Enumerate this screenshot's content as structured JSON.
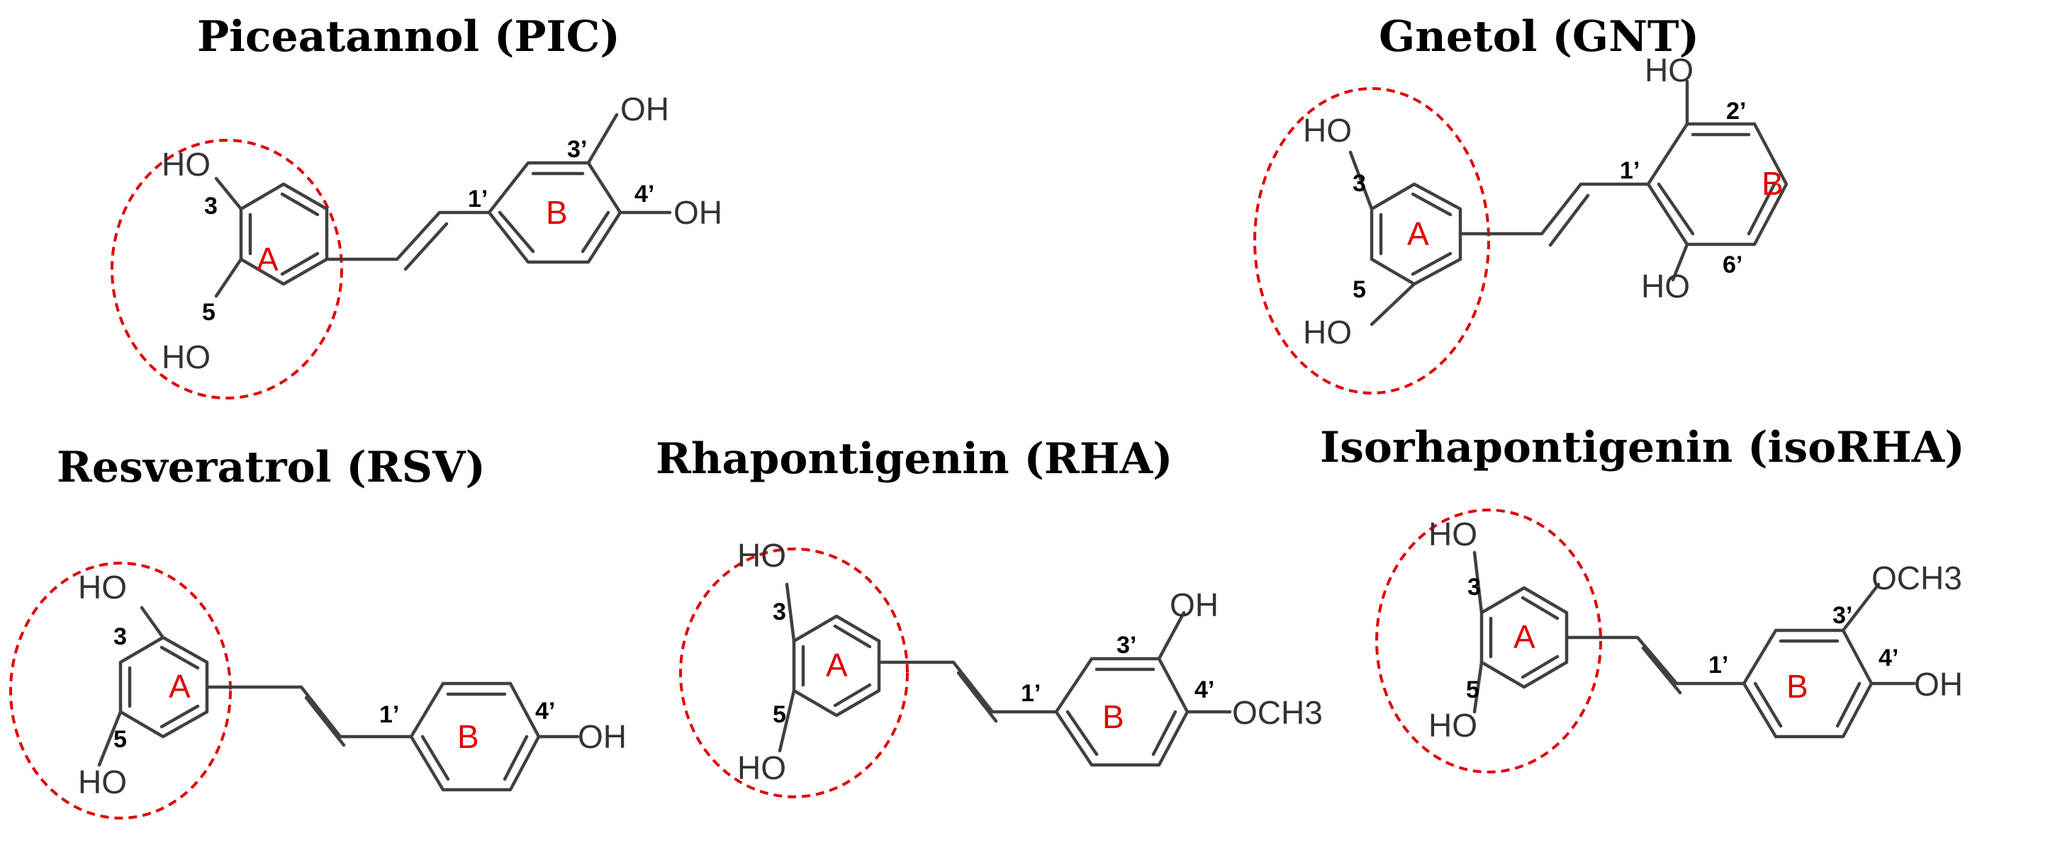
{
  "molecules": {
    "pic": {
      "title": "Piceatannol (PIC)",
      "ring_a": "A",
      "ring_b": "B",
      "groups": {
        "a3": "HO",
        "a5": "HO",
        "b3": "OH",
        "b4": "OH"
      },
      "positions": {
        "p3": "3",
        "p5": "5",
        "p1p": "1’",
        "p3p": "3’",
        "p4p": "4’"
      }
    },
    "gnt": {
      "title": "Gnetol (GNT)",
      "ring_a": "A",
      "ring_b": "B",
      "groups": {
        "a3": "HO",
        "a5": "HO",
        "b2": "HO",
        "b6": "HO"
      },
      "positions": {
        "p3": "3",
        "p5": "5",
        "p1p": "1’",
        "p2p": "2’",
        "p6p": "6’"
      }
    },
    "rsv": {
      "title": "Resveratrol (RSV)",
      "ring_a": "A",
      "ring_b": "B",
      "groups": {
        "a3": "HO",
        "a5": "HO",
        "b4": "OH"
      },
      "positions": {
        "p3": "3",
        "p5": "5",
        "p1p": "1’",
        "p4p": "4’"
      }
    },
    "rha": {
      "title": "Rhapontigenin (RHA)",
      "ring_a": "A",
      "ring_b": "B",
      "groups": {
        "a3": "HO",
        "a5": "HO",
        "b3": "OH",
        "b4": "OCH3"
      },
      "positions": {
        "p3": "3",
        "p5": "5",
        "p1p": "1’",
        "p3p": "3’",
        "p4p": "4’"
      }
    },
    "iso": {
      "title": "Isorhapontigenin (isoRHA)",
      "ring_a": "A",
      "ring_b": "B",
      "groups": {
        "a3": "HO",
        "a5": "HO",
        "b3": "OCH3",
        "b4": "OH"
      },
      "positions": {
        "p3": "3",
        "p5": "5",
        "p1p": "1’",
        "p3p": "3’",
        "p4p": "4’"
      }
    }
  },
  "colors": {
    "highlight": "#e00000",
    "bond": "#404040"
  }
}
